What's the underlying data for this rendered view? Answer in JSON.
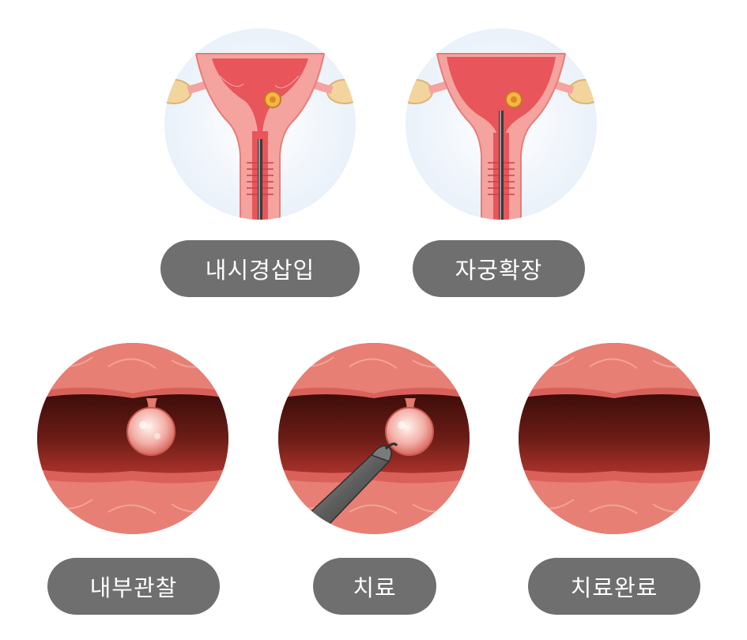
{
  "steps": [
    {
      "label": "내시경삽입",
      "illustration": "uterus-with-hysteroscope-inserted"
    },
    {
      "label": "자궁확장",
      "illustration": "uterus-distended-with-hysteroscope"
    },
    {
      "label": "내부관찰",
      "illustration": "endoscopic-view-polyp"
    },
    {
      "label": "치료",
      "illustration": "endoscopic-view-polyp-removal-tool"
    },
    {
      "label": "치료완료",
      "illustration": "endoscopic-view-clear-cavity"
    }
  ],
  "colors": {
    "pill_background": "#6f6f6f",
    "pill_text": "#ffffff",
    "uterus_backdrop": "#eef4fb",
    "uterus_tissue": "#f4a39f",
    "uterus_cavity": "#e8555a",
    "ovary": "#f2d49c",
    "endoscope_tissue": "#d9615a",
    "endoscope_cavity": "#5a1712"
  }
}
